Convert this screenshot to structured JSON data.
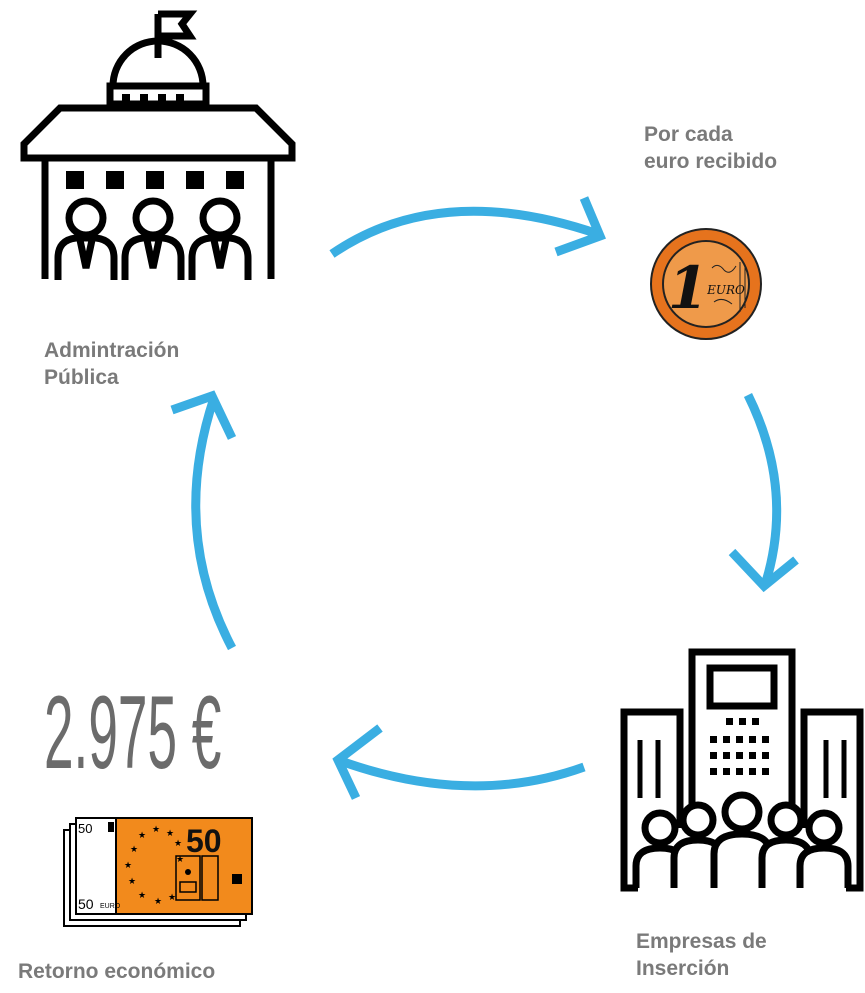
{
  "nodes": {
    "admin": {
      "label": "Admintración\nPública",
      "icon": "government-building-icon"
    },
    "euro": {
      "label": "Por cada\neuro recibido",
      "icon": "euro-coin-icon",
      "coin_text": "EURO",
      "coin_value": "1"
    },
    "empresas": {
      "label": "Empresas de\nInserción",
      "icon": "office-building-people-icon"
    },
    "retorno": {
      "label": "Retorno económico",
      "icon": "banknotes-icon",
      "amount": "2.975 €",
      "note_value": "50",
      "note_small": "50",
      "note_currency": "EURO"
    }
  },
  "colors": {
    "arrow": "#3aaee2",
    "label": "#7a7a7a",
    "amount": "#6b6b6b",
    "coin_outer": "#e6731d",
    "coin_inner": "#ef9a4a",
    "banknote": "#f28a1c"
  },
  "arrows": [
    "admin-to-euro",
    "euro-to-empresas",
    "empresas-to-retorno",
    "retorno-to-admin"
  ]
}
